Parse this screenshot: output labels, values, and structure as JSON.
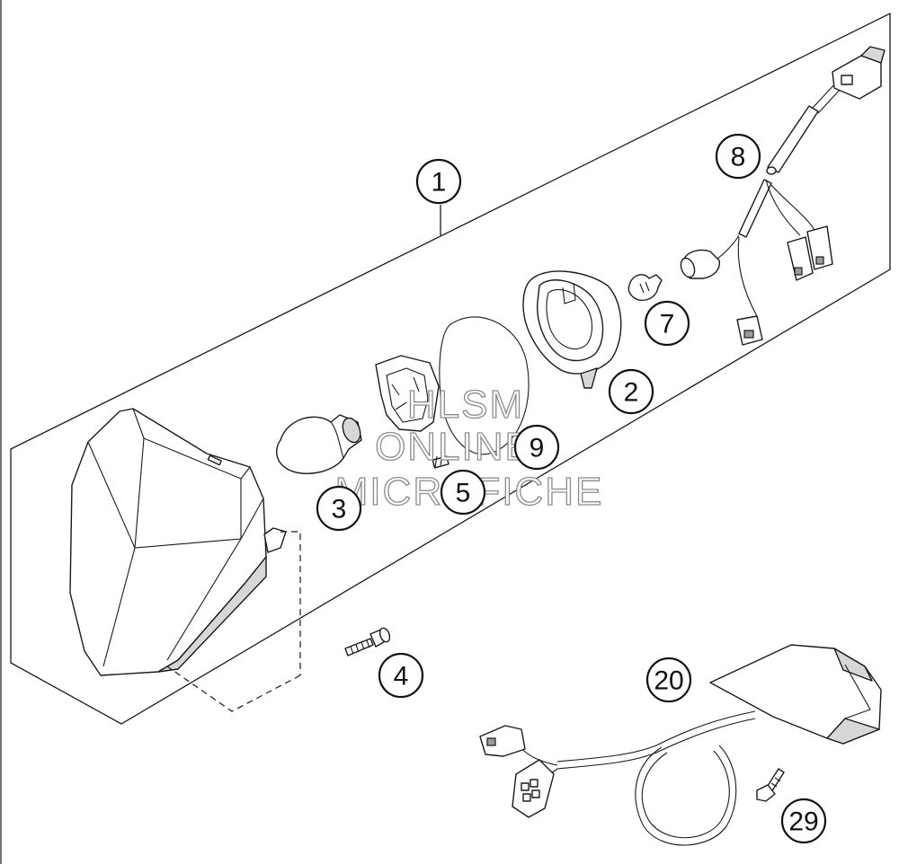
{
  "diagram": {
    "callouts": [
      "1",
      "2",
      "3",
      "4",
      "5",
      "7",
      "8",
      "9",
      "20",
      "29"
    ]
  },
  "watermark": {
    "line1": "HLSM",
    "line2": "ONLINE",
    "line3": "MICROFICHE"
  },
  "colors": {
    "line": "#1a1a1a",
    "part_fill": "#ffffff",
    "shade": "#d7d7d7",
    "watermark_outline": "#8c8c8c"
  }
}
